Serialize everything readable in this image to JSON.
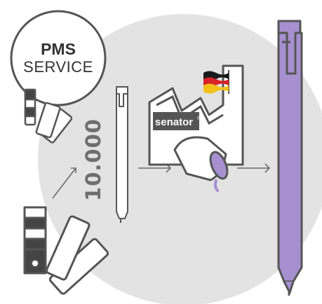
{
  "pms_badge": {
    "line1": "PMS",
    "line2": "SERVICE"
  },
  "quantity": "10.000",
  "factory": {
    "brand": "senator",
    "registered_mark": "®"
  },
  "flag": {
    "colors": [
      "#1a1a1a",
      "#d8232a",
      "#f2c21b"
    ]
  },
  "colors": {
    "background_circle": "#e3e3e3",
    "outline": "#555555",
    "pen_purple": "#a690cf",
    "arrow": "#6a6a6a",
    "swatch_dark": "#444444",
    "swatch_light": "#ffffff"
  },
  "icons": [
    "color-swatch-fan-icon",
    "arrow-icon",
    "white-pen-icon",
    "factory-icon",
    "germany-flag-icon",
    "paint-bucket-icon",
    "purple-pen-icon"
  ]
}
